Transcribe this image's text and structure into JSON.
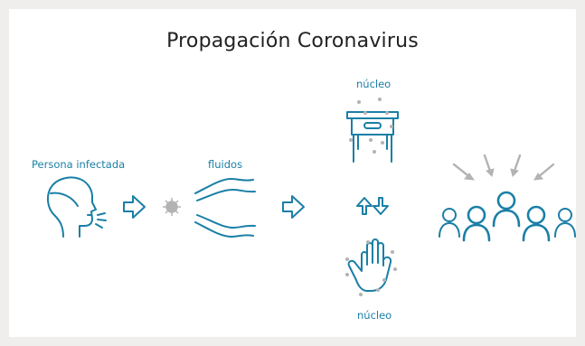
{
  "diagram": {
    "title": "Propagación Coronavirus",
    "labels": {
      "infected_person": "Persona infectada",
      "fluids": "fluidos",
      "nucleus_top": "núcleo",
      "nucleus_bottom": "núcleo"
    },
    "colors": {
      "stroke": "#1a7fa6",
      "particles": "#b3b3b3",
      "background": "#efeeec",
      "panel": "#ffffff"
    },
    "icons": [
      "person-coughing-icon",
      "arrow-right-icon",
      "virus-icon",
      "air-flow-icon",
      "table-icon",
      "up-arrow-icon",
      "down-arrow-icon",
      "hand-icon",
      "group-people-icon"
    ]
  }
}
